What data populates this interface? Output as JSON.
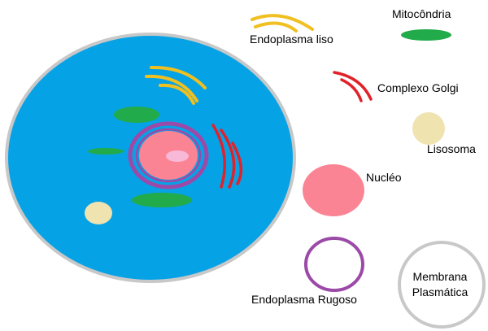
{
  "labels": {
    "endoplasma_liso": "Endoplasma liso",
    "mitocondria": "Mitocôndria",
    "complexo_golgi": "Complexo Golgi",
    "lisosoma": "Lisosoma",
    "nucleo": "Nucléo",
    "endoplasma_rugoso": "Endoplasma Rugoso",
    "membrana_line1": "Membrana",
    "membrana_line2": "Plasmática"
  },
  "colors": {
    "cytoplasm": "#06a2e6",
    "membrane": "#c8c8c8",
    "endoplasma_liso": "#f0c020",
    "mitocondria": "#22ab4a",
    "complexo_golgi": "#e1222a",
    "lisosoma": "#efe3b0",
    "nucleo": "#fa8494",
    "nucleolo": "#f8b8d8",
    "endoplasma_rugoso": "#9c4aa8"
  }
}
